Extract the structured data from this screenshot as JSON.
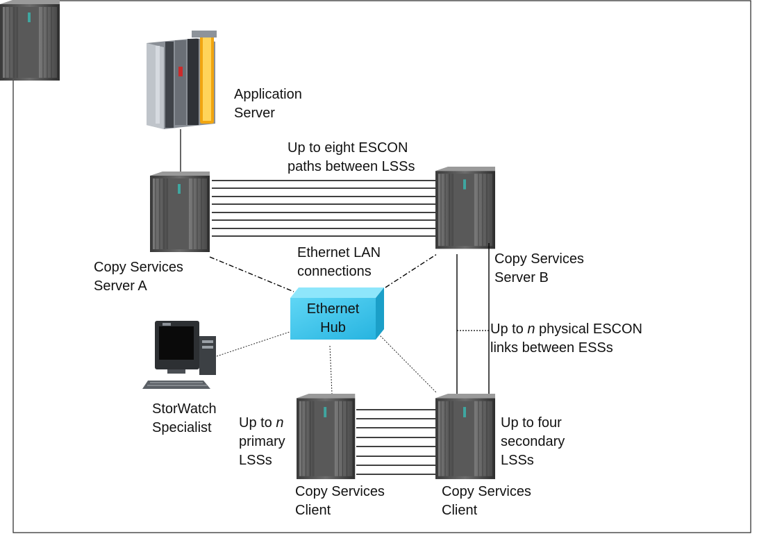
{
  "application_server": {
    "line1": "Application",
    "line2": "Server"
  },
  "escon_paths_label": {
    "line1": "Up to eight ESCON",
    "line2": "paths between LSSs"
  },
  "server_a": {
    "line1": "Copy Services",
    "line2": "Server A"
  },
  "server_b": {
    "line1": "Copy Services",
    "line2": "Server B"
  },
  "lan_label": {
    "line1": "Ethernet LAN",
    "line2": "connections"
  },
  "hub": {
    "line1": "Ethernet",
    "line2": "Hub",
    "color": "#3ec8ee"
  },
  "escon_links_label": {
    "line1_pre": "Up to ",
    "line1_var": "n",
    "line1_post": " physical ESCON",
    "line2": "links between ESSs"
  },
  "storwatch": {
    "line1": "StorWatch",
    "line2": "Specialist"
  },
  "primary_lss": {
    "line1_pre": "Up to ",
    "line1_var": "n",
    "line2": "primary",
    "line3": "LSSs"
  },
  "secondary_lss": {
    "line1": "Up to four",
    "line2": "secondary",
    "line3": "LSSs"
  },
  "client_left": {
    "line1": "Copy Services",
    "line2": "Client"
  },
  "client_right": {
    "line1": "Copy Services",
    "line2": "Client"
  }
}
